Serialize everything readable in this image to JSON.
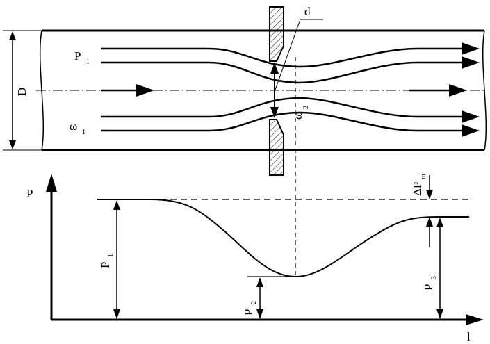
{
  "labels": {
    "P": "P",
    "D": "D",
    "d": "d",
    "l": "l",
    "P1_pipe": "P",
    "P1_pipe_sub": "1",
    "w1": "ω",
    "w1_sub": "1",
    "w2": "ω",
    "w2_sub": "2",
    "P1_graph": "P",
    "P1_graph_sub": "1",
    "P2_graph": "P",
    "P2_graph_sub": "2",
    "P3_graph": "P",
    "P3_graph_sub": "3",
    "dPw": "ΔP",
    "dPw_sub": "ш"
  }
}
